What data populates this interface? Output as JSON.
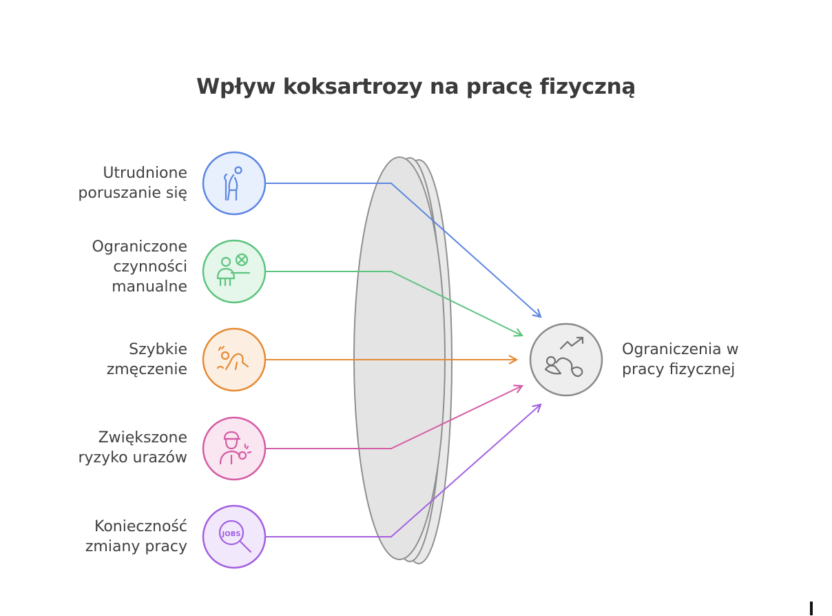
{
  "title": "Wpływ koksartrozy na pracę fizyczną",
  "inputs": [
    {
      "lines": [
        "Utrudnione",
        "poruszanie się"
      ],
      "icon": "person-cane-icon",
      "color": "#5b86e0",
      "fill": "#e8effd"
    },
    {
      "lines": [
        "Ograniczone",
        "czynności",
        "manualne"
      ],
      "icon": "person-no-task-icon",
      "color": "#5cc47e",
      "fill": "#e5f6ea"
    },
    {
      "lines": [
        "Szybkie",
        "zmęczenie"
      ],
      "icon": "crawling-person-icon",
      "color": "#e58a33",
      "fill": "#fcefe2"
    },
    {
      "lines": [
        "Zwiększone",
        "ryzyko urazów"
      ],
      "icon": "injured-worker-icon",
      "color": "#d45ba5",
      "fill": "#f9e6f1"
    },
    {
      "lines": [
        "Konieczność",
        "zmiany pracy"
      ],
      "icon": "job-search-icon",
      "color": "#a35fe0",
      "fill": "#f1e8fb"
    }
  ],
  "output": {
    "lines": [
      "Ograniczenia w",
      "pracy fizycznej"
    ],
    "icon": "falling-person-chart-icon",
    "color": "#8a8a8a",
    "fill": "#eeeeee"
  },
  "icon_badge_text": "JOBS"
}
